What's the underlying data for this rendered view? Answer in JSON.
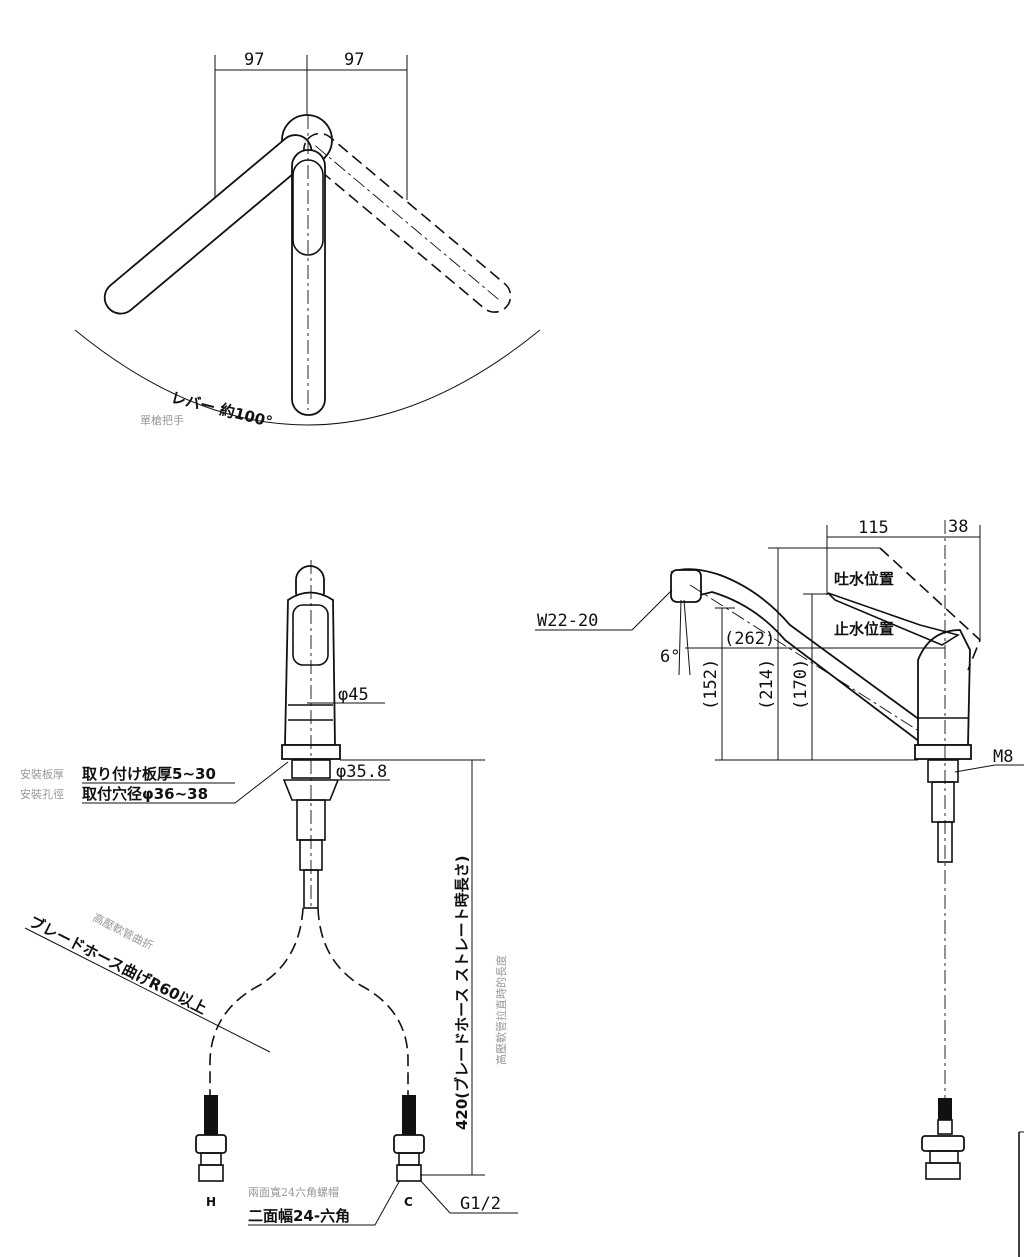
{
  "top_view": {
    "dim_left": "97",
    "dim_right": "97",
    "lever_angle": "レバー 約100°",
    "note_cn": "單槍把手"
  },
  "front_view": {
    "dia_body": "φ45",
    "dia_shank": "φ35.8",
    "plate_thickness": "取り付け板厚5~30",
    "plate_thickness_cn": "安裝板厚",
    "hole_dia": "取付穴径φ36~38",
    "hole_dia_cn": "安裝孔徑",
    "hose_bend": "ブレードホース曲げR60以上",
    "hose_bend_cn": "高壓軟管曲折",
    "hose_length": "420(ブレードホース ストレート時長さ)",
    "hose_length_cn": "高壓軟管拉直時的長度",
    "label_hot": "H",
    "label_cold": "C",
    "hex_nut": "二面幅24-六角",
    "hex_nut_cn": "兩面寬24六角螺帽",
    "thread": "G1/2"
  },
  "side_view": {
    "dim_115": "115",
    "dim_38": "38",
    "spout_thread": "W22-20",
    "angle": "6°",
    "dim_262": "(262)",
    "dim_152": "(152)",
    "dim_214": "(214)",
    "dim_170": "(170)",
    "open_position": "吐水位置",
    "closed_position": "止水位置",
    "bolt": "M8"
  }
}
